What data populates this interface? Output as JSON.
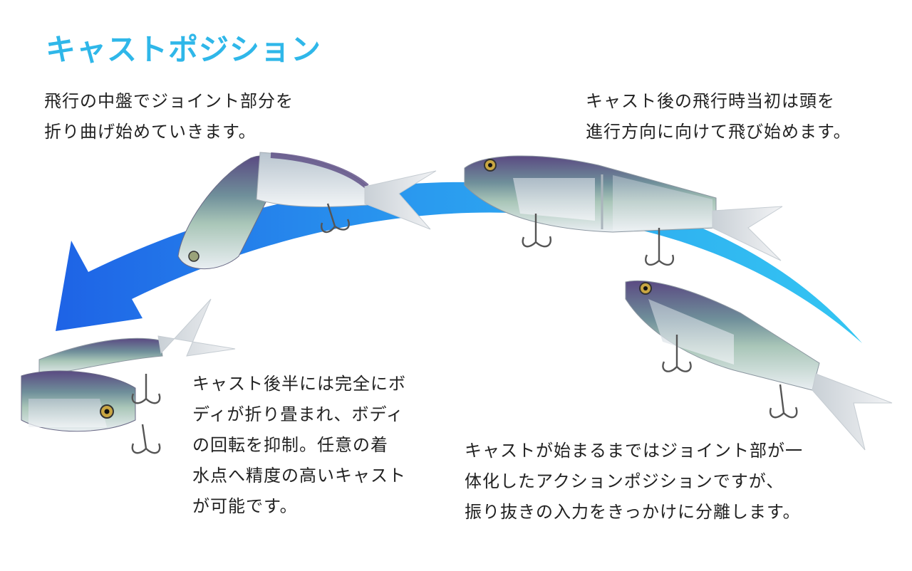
{
  "title": "キャストポジション",
  "captions": {
    "top_left": [
      "飛行の中盤でジョイント部分を",
      "折り曲げ始めていきます。"
    ],
    "top_right": [
      "キャスト後の飛行時当初は頭を",
      "進行方向に向けて飛び始めます。"
    ],
    "bottom_left": [
      "キャスト後半には完全にボ",
      "ディが折り畳まれ、ボディ",
      "の回転を抑制。任意の着",
      "水点へ精度の高いキャスト",
      "が可能です。"
    ],
    "bottom_right": [
      "キャストが始まるまではジョイント部が一",
      "体化したアクションポジションですが、",
      "振り抜きの入力をきっかけに分離します。"
    ]
  },
  "colors": {
    "title": "#2fb7e9",
    "arrow_start": "#34c6f2",
    "arrow_end": "#1e63e6",
    "lure_back": "#5a4a82",
    "lure_side": "#7fa6a0",
    "lure_clear": "#dfe5ea"
  },
  "icons": [
    "arc-arrow-icon",
    "lure-icon",
    "treble-hook-icon"
  ]
}
